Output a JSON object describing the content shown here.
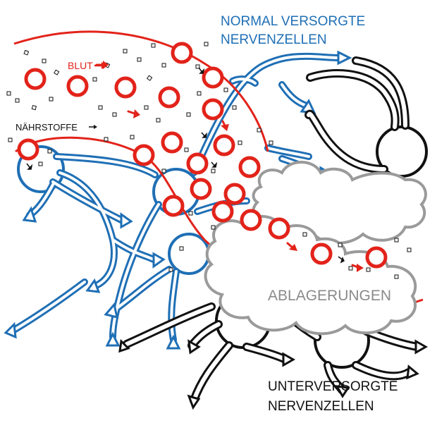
{
  "labels": {
    "normal_line1": "NORMAL VERSORGTE",
    "normal_line2": "NERVENZELLEN",
    "blut": "BLUT",
    "naehrstoffe": "NÄHRSTOFFE",
    "ablagerungen": "ABLAGERUNGEN",
    "under_line1": "UNTERVERSORGTE",
    "under_line2": "NERVENZELLEN"
  },
  "colors": {
    "normal_cells": "#1f6fb5",
    "under_cells": "#111111",
    "blood": "#e2231a",
    "deposits_fill": "#ffffff",
    "deposits_stroke": "#9a9a9a",
    "deposits_text": "#8a8a8a",
    "nutrient_particles": "#111111"
  },
  "icons": [
    "arrow-right-icon",
    "synapse-icon",
    "blood-cell-icon",
    "nutrient-particle-icon"
  ]
}
